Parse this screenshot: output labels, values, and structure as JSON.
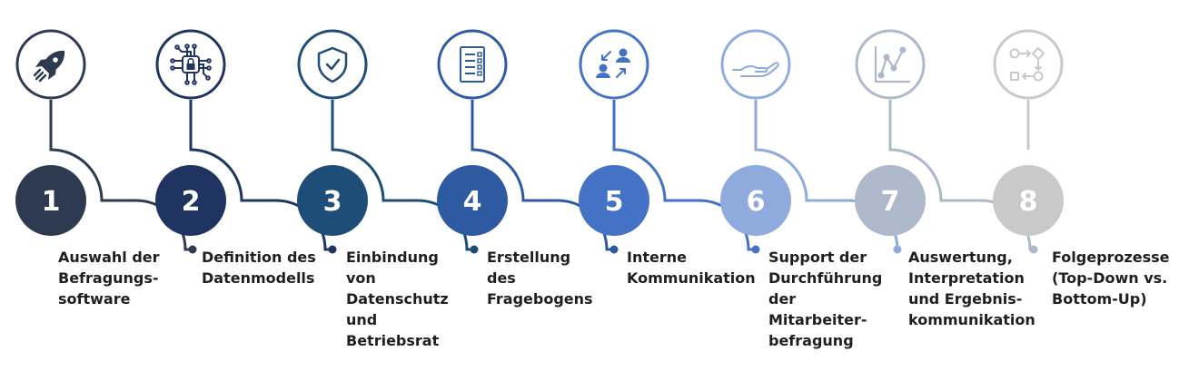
{
  "steps": [
    {
      "number": "1",
      "label": "Auswahl der\nBefragungs-\nsoftware",
      "icon": "rocket-icon",
      "color": "#2e3a4f"
    },
    {
      "number": "2",
      "label": "Definition des\nDatenmodells",
      "icon": "circuit-lock-icon",
      "color": "#1f3461"
    },
    {
      "number": "3",
      "label": "Einbindung\nvon\nDatenschutz\nund\nBetriebsrat",
      "icon": "shield-check-icon",
      "color": "#1e4d78"
    },
    {
      "number": "4",
      "label": "Erstellung\ndes\nFragebogens",
      "icon": "questionnaire-list-icon",
      "color": "#2d5aa0"
    },
    {
      "number": "5",
      "label": "Interne\nKommunikation",
      "icon": "people-exchange-icon",
      "color": "#4472c4"
    },
    {
      "number": "6",
      "label": "Support der\nDurchführung\nder\nMitarbeiter-\nbefragung",
      "icon": "supporting-hand-icon",
      "color": "#8faadc"
    },
    {
      "number": "7",
      "label": "Auswertung,\nInterpretation\nund Ergebnis-\nkommunikation",
      "icon": "line-chart-icon",
      "color": "#adb9ca"
    },
    {
      "number": "8",
      "label": "Folgeprozesse\n(Top-Down vs.\nBottom-Up)",
      "icon": "process-flow-icon",
      "color": "#c9c9c9"
    }
  ]
}
